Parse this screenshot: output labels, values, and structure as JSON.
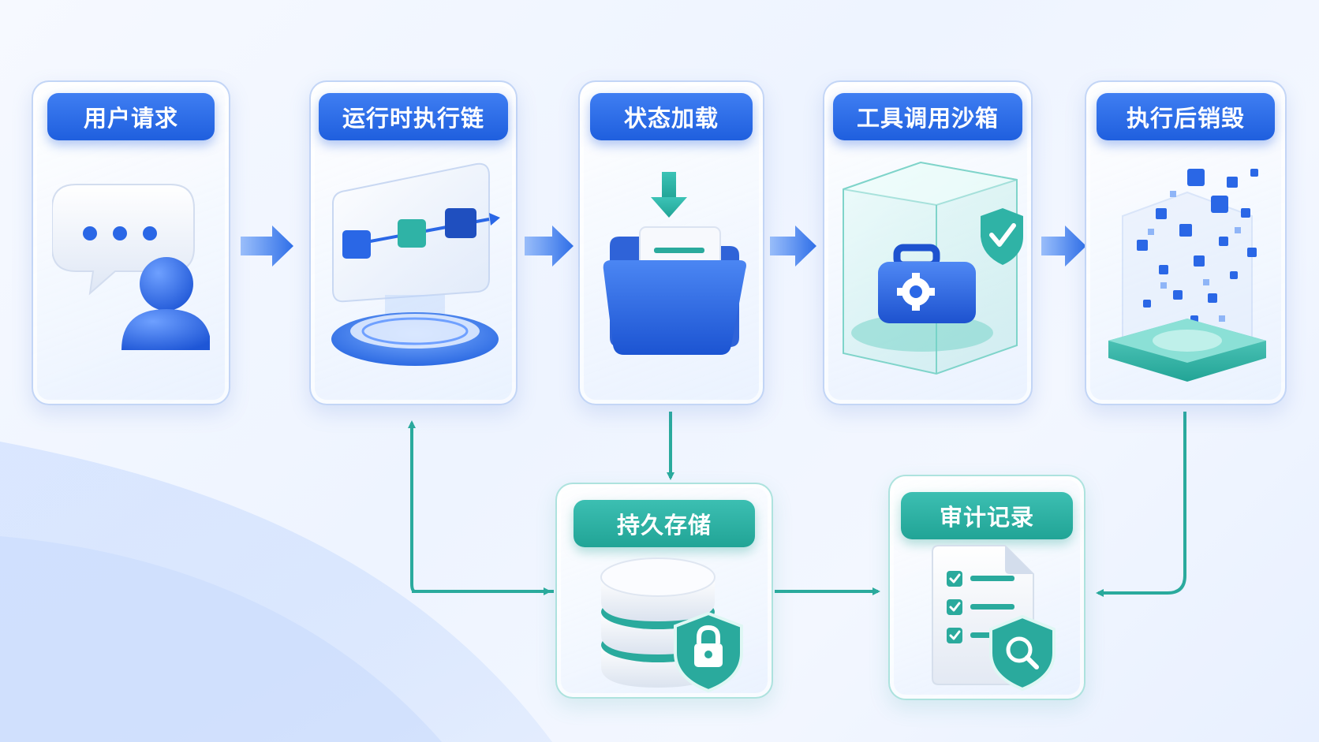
{
  "steps": [
    {
      "label": "用户请求",
      "icon": "chat-user-icon"
    },
    {
      "label": "运行时执行链",
      "icon": "chain-platform-icon"
    },
    {
      "label": "状态加载",
      "icon": "folder-download-icon"
    },
    {
      "label": "工具调用沙箱",
      "icon": "sandbox-toolbox-icon"
    },
    {
      "label": "执行后销毁",
      "icon": "dissolving-cubes-icon"
    }
  ],
  "storage": {
    "label": "持久存储",
    "icon": "database-lock-icon"
  },
  "audit": {
    "label": "审计记录",
    "icon": "checklist-search-icon"
  },
  "colors": {
    "primary_blue": "#2a67e6",
    "teal": "#2aaa9d",
    "background": "#f3f7ff"
  }
}
